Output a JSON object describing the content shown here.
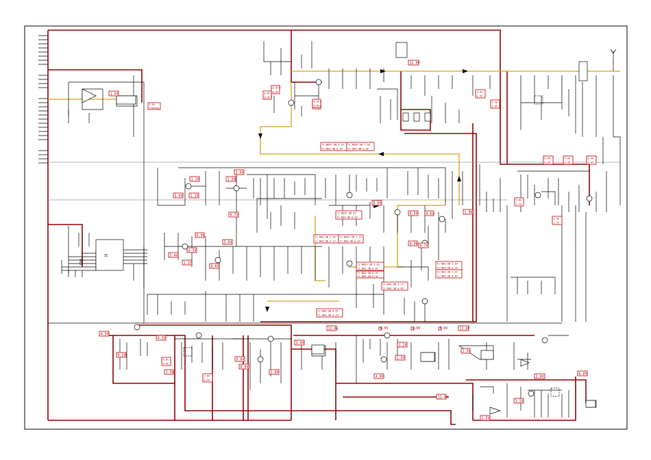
{
  "colors": {
    "background": "#ffffff",
    "wire": "#000000",
    "power_rail": "#8b0000",
    "signal_path": "#d4a017",
    "label_border": "#c00000",
    "label_text": "#b00000",
    "label_fill": "#ffffff"
  },
  "ic_labels": {
    "left_ic": "IC",
    "left_ic_side": "CD4"
  },
  "voltage_labels": [
    "1.5V",
    "0.5V",
    "3.6V",
    "0.5V",
    "0.6V",
    "12.9V",
    "5.0V",
    "3.0V",
    "1.1V",
    "3.0V",
    "1.3V",
    "5.6V",
    "1.1V",
    "0.7V",
    "8.0V",
    "0.5V",
    "0.6V",
    "1.9V",
    "6.9V",
    "0.3V",
    "5.4V",
    "1.1V",
    "0.6V",
    "5.6V",
    "4.9V",
    "0.7V",
    "5.6V",
    "8.5V",
    "4.6V",
    "4.5V",
    "1.0V",
    "4.5V",
    "4.3V",
    "0.2V",
    "2.0V",
    "3.3V",
    "3.0V",
    "9.0V",
    "0.9V",
    "2.8V",
    "12.0V",
    "11.8V",
    "3.0V",
    "1.2V",
    "2.5V",
    "4.0V",
    "11.4V",
    "1.5V",
    "3.0V",
    "6.0V",
    "3.1V",
    "1.5V",
    "4.5V",
    "2.0V",
    "3.0V"
  ],
  "band_labels": [
    "0.6V 0.6V",
    "0.6V 0.6V",
    "0.5V 0.6V",
    "3.5V 0.5V",
    "2.1V 2.6V",
    "0.6V 0.6V",
    "4.0V 4.4V",
    "0.4V 0.4V",
    "5.8V 5.7V",
    "2.5V 2.1V",
    "0.6V 0.6V",
    "2.9V 0.6V"
  ],
  "mode_labels": [
    "TL-NO07 ON  3.3V / TL-NO0 ON  0.6V",
    "TL-NO07 ON  7.9V / TL-NO0 ON  3.0V",
    "TL-NO07 ON  0V / TL-NO0 ON  0.6V",
    "TL-NO0 ON  2.0V / TL-NO0 ON  3.1V",
    "TL-NO07 ON  2.2V / TL-NO0 ON  0.3V",
    "TL-NO07 ON  3.0V / TL-NO0 ON  0.6V",
    "TL-NO0 ON  3.7V / TL-NO0 ON  0.8V",
    "TL-NO0 ON  2.0V / TL-NO0 ON  0.3V",
    "TL-NO0 ON  2.2V / TL-NO0 ON  0.4V",
    "TL-NO0 ON  0.9V / TL-NO0 ON  0.2V",
    "TL-NO0 ON  0.4V / TL-NO0 ON  0.3V"
  ],
  "misc_labels": [
    "2.9V",
    "Standby"
  ]
}
